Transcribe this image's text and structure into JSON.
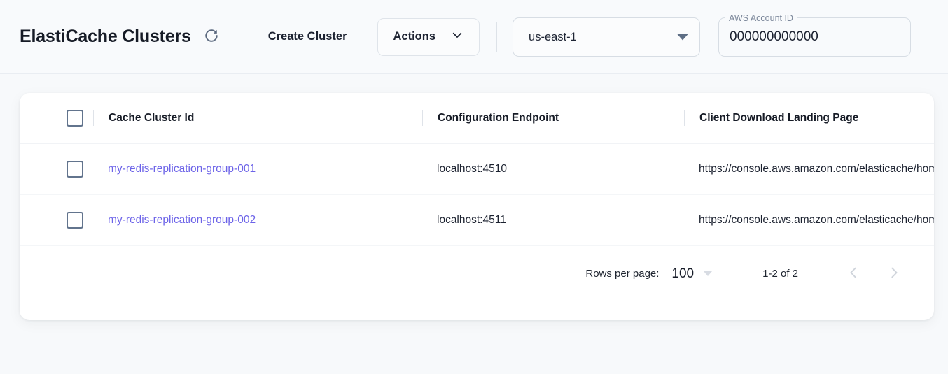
{
  "header": {
    "title": "ElastiCache Clusters",
    "refresh_icon": "refresh-icon",
    "create_cluster_label": "Create Cluster",
    "actions_label": "Actions",
    "actions_caret_icon": "chevron-down-icon",
    "region": {
      "selected": "us-east-1",
      "options": [
        "us-east-1"
      ],
      "arrow_icon": "triangle-down-icon"
    },
    "account": {
      "label": "AWS Account ID",
      "value": "000000000000",
      "placeholder": "AWS Account ID"
    }
  },
  "table": {
    "columns": [
      {
        "key": "select",
        "label": ""
      },
      {
        "key": "cluster_id",
        "label": "Cache Cluster Id"
      },
      {
        "key": "endpoint",
        "label": "Configuration Endpoint"
      },
      {
        "key": "landing_page",
        "label": "Client Download Landing Page"
      }
    ],
    "rows": [
      {
        "cluster_id": "my-redis-replication-group-001",
        "endpoint": "localhost:4510",
        "landing_page": "https://console.aws.amazon.com/elasticache/home"
      },
      {
        "cluster_id": "my-redis-replication-group-002",
        "endpoint": "localhost:4511",
        "landing_page": "https://console.aws.amazon.com/elasticache/home"
      }
    ]
  },
  "pagination": {
    "rows_per_page_label": "Rows per page:",
    "rows_per_page_value": "100",
    "range_text": "1-2 of 2",
    "prev_icon": "chevron-left-icon",
    "next_icon": "chevron-right-icon"
  },
  "colors": {
    "link": "#6c63e8",
    "page_bg": "#f7f9fb",
    "card_bg": "#ffffff",
    "label": "#7b879a"
  }
}
